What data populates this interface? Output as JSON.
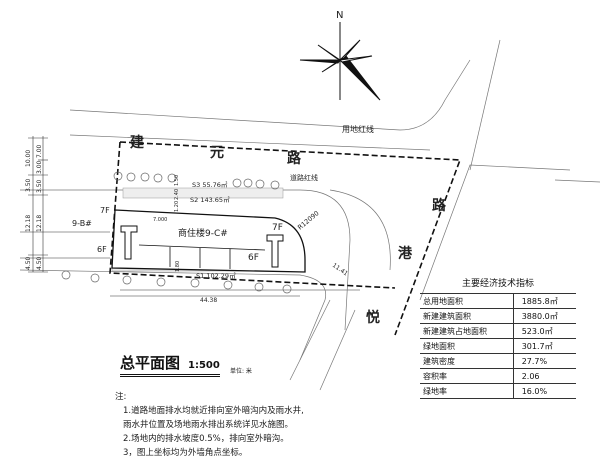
{
  "north_label": "N",
  "roads": {
    "jianyuan": [
      "建",
      "元",
      "路"
    ],
    "yuegang": [
      "悦",
      "港",
      "路"
    ],
    "land_red_line": "用地红线",
    "road_red_line": "道路红线"
  },
  "building": {
    "name": "商住楼9-C#",
    "neighbor": "9-B#",
    "floors_7f_left": "7F",
    "floors_6f_left": "6F",
    "floors_7f_right": "7F",
    "floors_6f_right": "6F",
    "elevation": "7.000",
    "radius": "R12090"
  },
  "areas": {
    "s1": "S1 102.29㎡",
    "s2": "S2 143.65㎡",
    "s3": "S3 55.76㎡"
  },
  "dimensions": {
    "left_outer": [
      "10.00",
      "3.50",
      "12.18",
      "4.50"
    ],
    "left_inner": [
      "7.00",
      "3.00",
      "3.50",
      "12.18",
      "4.50"
    ],
    "small": [
      "1.50",
      "2.40",
      "1.20",
      "1.80"
    ],
    "bottom_length": "44.38",
    "corner": "11.41"
  },
  "table": {
    "title": "主要经济技术指标",
    "rows": [
      {
        "label": "总用地面积",
        "value": "1885.8㎡"
      },
      {
        "label": "新建建筑面积",
        "value": "3880.0㎡"
      },
      {
        "label": "新建建筑占地面积",
        "value": "523.0㎡"
      },
      {
        "label": "绿地面积",
        "value": "301.7㎡"
      },
      {
        "label": "建筑密度",
        "value": "27.7%"
      },
      {
        "label": "容积率",
        "value": "2.06"
      },
      {
        "label": "绿地率",
        "value": "16.0%"
      }
    ]
  },
  "drawing_title": "总平面图",
  "scale": "1:500",
  "unit": "单位: 米",
  "notes": {
    "heading": "注:",
    "lines": [
      "1.道路地面排水均就近排向室外暗沟内及雨水井,",
      "雨水井位置及场地雨水排出系统详见水施图。",
      "2.场地内的排水坡度0.5%，排向室外暗沟。",
      "3，图上坐标均为外墙角点坐标。"
    ]
  }
}
